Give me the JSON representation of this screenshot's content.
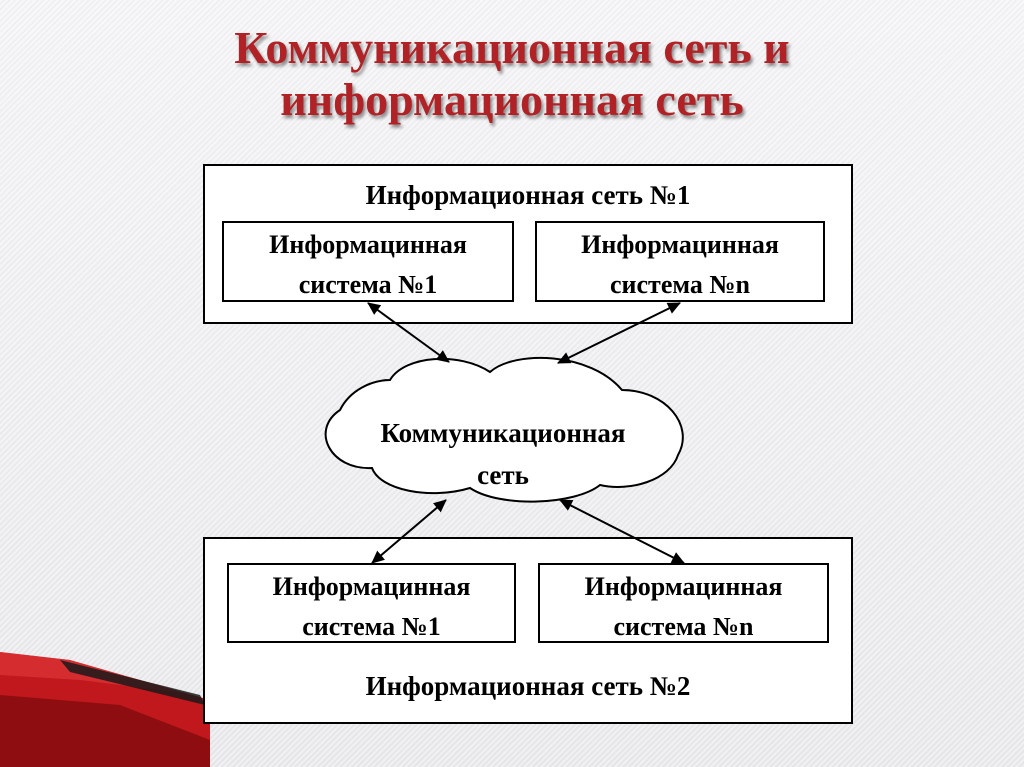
{
  "title": {
    "line1": "Коммуникационная сеть и",
    "line2": "информационная сеть"
  },
  "network_1": {
    "label": "Информационная сеть №1",
    "systems": [
      {
        "line1": "Информацинная",
        "line2": "система №1"
      },
      {
        "line1": "Информацинная",
        "line2": "система №n"
      }
    ]
  },
  "communication_network": {
    "line1": "Коммуникационная",
    "line2": "сеть"
  },
  "network_2": {
    "label": "Информационная сеть №2",
    "systems": [
      {
        "line1": "Информацинная",
        "line2": "система №1"
      },
      {
        "line1": "Информацинная",
        "line2": "система №n"
      }
    ]
  },
  "colors": {
    "title": "#b02226",
    "accent_ribbon": "#c0181c"
  }
}
